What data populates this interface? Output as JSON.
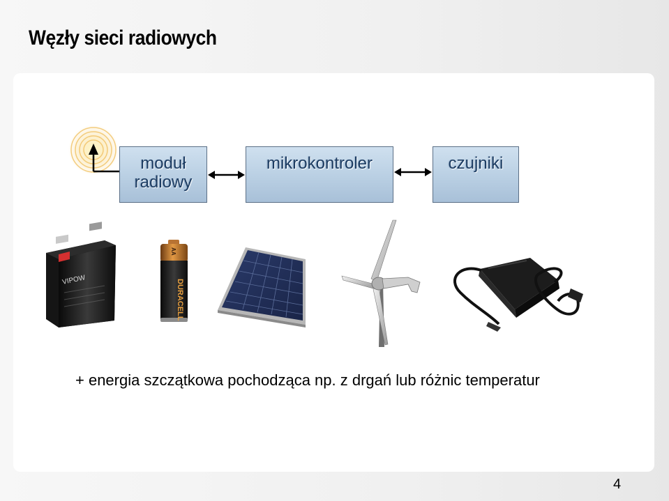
{
  "slide": {
    "title": "Węzły sieci radiowych",
    "page_number": "4",
    "caption": "+ energia szczątkowa pochodząca np. z drgań lub różnic temperatur"
  },
  "diagram": {
    "radio_module": {
      "line1": "moduł",
      "line2": "radiowy"
    },
    "microcontroller": "mikrokontroler",
    "sensors": "czujniki",
    "block_color": "#b9cfe3",
    "text_color": "#1d3d63"
  },
  "images": [
    {
      "icon": "battery-pack-icon",
      "brand": "VIPOW"
    },
    {
      "icon": "aa-battery-icon",
      "brand": "DURACELL",
      "size": "AA"
    },
    {
      "icon": "solar-panel-icon"
    },
    {
      "icon": "wind-turbine-icon"
    },
    {
      "icon": "power-adapter-icon"
    }
  ]
}
